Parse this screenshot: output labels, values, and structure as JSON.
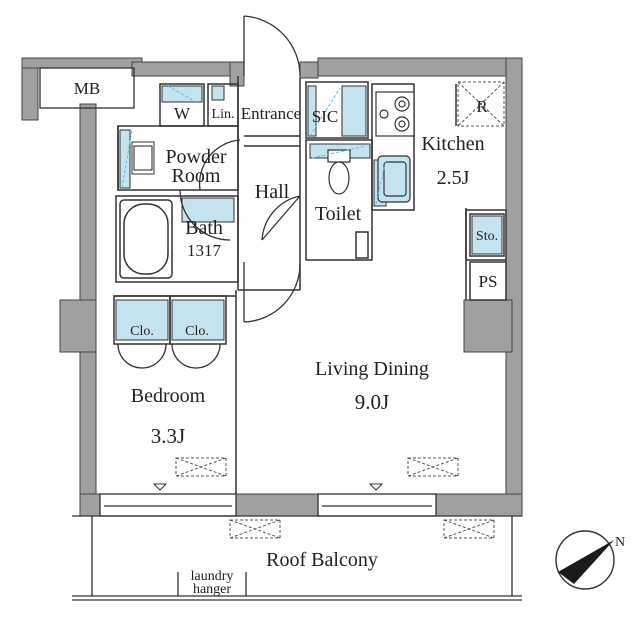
{
  "rooms": {
    "mb": "MB",
    "w": "W",
    "lin": "Lin.",
    "entrance": "Entrance",
    "sic": "SIC",
    "kitchen": "Kitchen",
    "kitchen_size": "2.5J",
    "r": "R",
    "powder_line1": "Powder",
    "powder_line2": "Room",
    "hall": "Hall",
    "toilet": "Toilet",
    "bath": "Bath",
    "bath_size": "1317",
    "sto": "Sto.",
    "ps": "PS",
    "clo_left": "Clo.",
    "clo_right": "Clo.",
    "living": "Living Dining",
    "living_size": "9.0J",
    "bedroom": "Bedroom",
    "bedroom_size": "3.3J",
    "balcony": "Roof Balcony",
    "laundry_line1": "laundry",
    "laundry_line2": "hanger"
  },
  "compass": {
    "north": "N"
  },
  "colors": {
    "wall": "#a0a0a0",
    "line": "#333333",
    "fixture": "#c5e3ef",
    "accent": "#58b9dc"
  }
}
